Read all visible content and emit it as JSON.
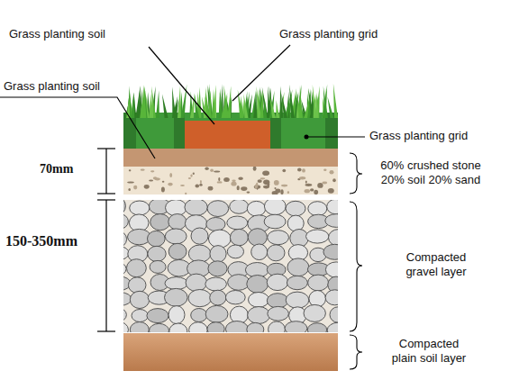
{
  "diagram": {
    "labels": [
      "Grass planting soil",
      "Grass planting grid",
      "Grass planting soil",
      "Grass planting grid",
      "70mm",
      "60% crushed stone 20% soil 20% sand",
      "150-350mm",
      "Compacted gravel layer",
      "Compacted plain soil layer"
    ]
  }
}
